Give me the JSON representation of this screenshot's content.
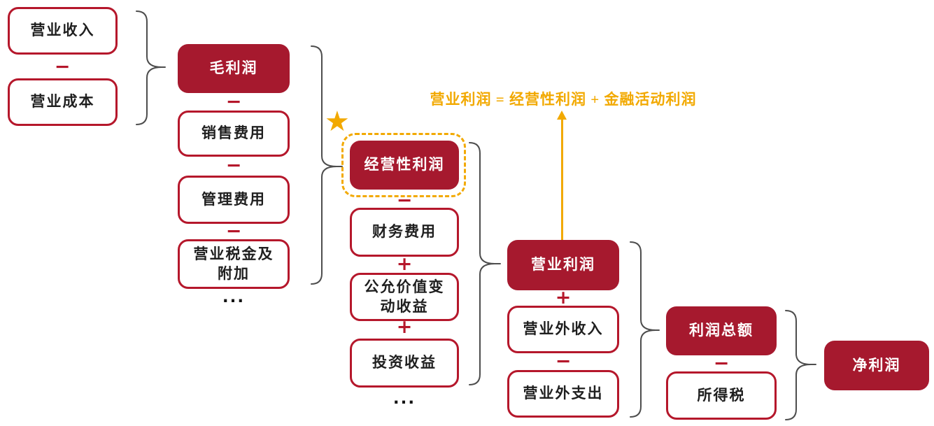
{
  "formula": {
    "text": "营业利润 = 经营性利润 + 金融活动利润"
  },
  "nodes": {
    "operating_revenue": {
      "label": "营业收入"
    },
    "operating_cost": {
      "label": "营业成本"
    },
    "gross_profit": {
      "label": "毛利润"
    },
    "selling_expense": {
      "label": "销售费用"
    },
    "admin_expense": {
      "label": "管理费用"
    },
    "business_tax": {
      "label": "营业税金及\n附加"
    },
    "core_operating_profit": {
      "label": "经营性利润"
    },
    "finance_expense": {
      "label": "财务费用"
    },
    "fair_value_gain": {
      "label": "公允价值变\n动收益"
    },
    "investment_income": {
      "label": "投资收益"
    },
    "operating_profit": {
      "label": "营业利润"
    },
    "non_operating_income": {
      "label": "营业外收入"
    },
    "non_operating_expense": {
      "label": "营业外支出"
    },
    "total_profit": {
      "label": "利润总额"
    },
    "income_tax": {
      "label": "所得税"
    },
    "net_profit": {
      "label": "净利润"
    }
  },
  "ops": {
    "minus": "−",
    "plus": "+",
    "ellipsis": "..."
  },
  "icons": {
    "star": "★"
  },
  "colors": {
    "box_fill_red": "#A6192E",
    "box_border_red": "#B5172B",
    "gold": "#F2A900",
    "brace_gray": "#4d4d4d",
    "text_dark": "#1f1f1f"
  }
}
